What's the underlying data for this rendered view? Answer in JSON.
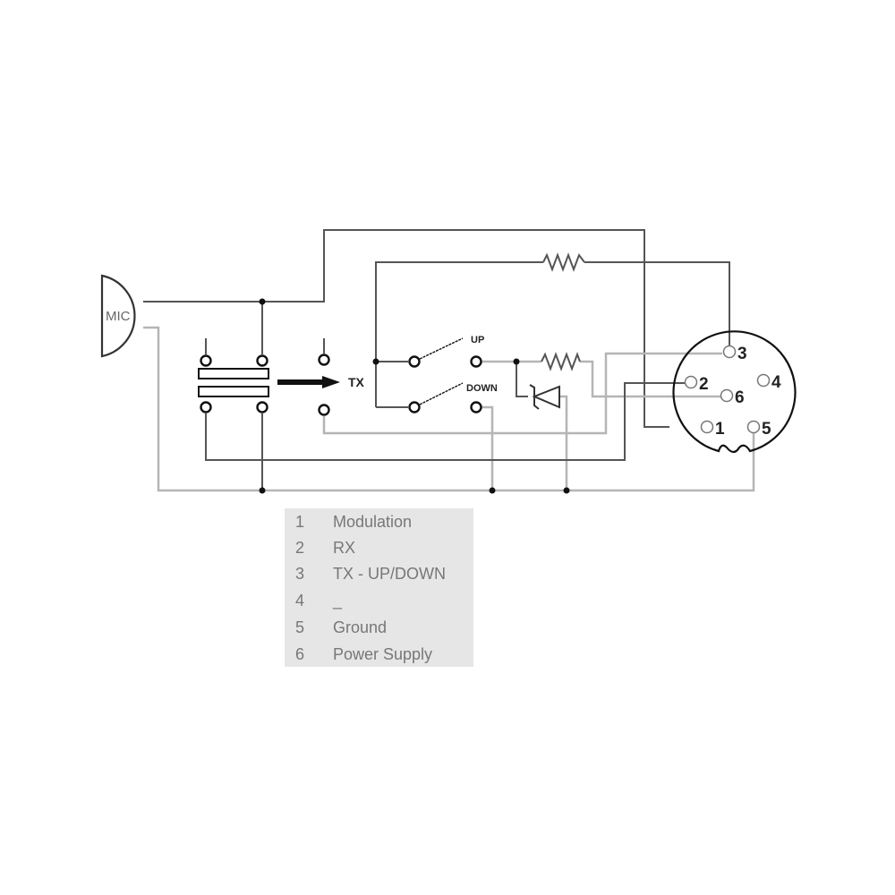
{
  "diagram": {
    "mic_label": "MIC",
    "tx_label": "TX",
    "up_label": "UP",
    "down_label": "DOWN",
    "pins": [
      "1",
      "2",
      "3",
      "4",
      "5",
      "6"
    ]
  },
  "legend": [
    {
      "pin": "1",
      "function": "Modulation"
    },
    {
      "pin": "2",
      "function": "RX"
    },
    {
      "pin": "3",
      "function": "TX - UP/DOWN"
    },
    {
      "pin": "4",
      "function": "_"
    },
    {
      "pin": "5",
      "function": "Ground"
    },
    {
      "pin": "6",
      "function": "Power Supply"
    }
  ]
}
